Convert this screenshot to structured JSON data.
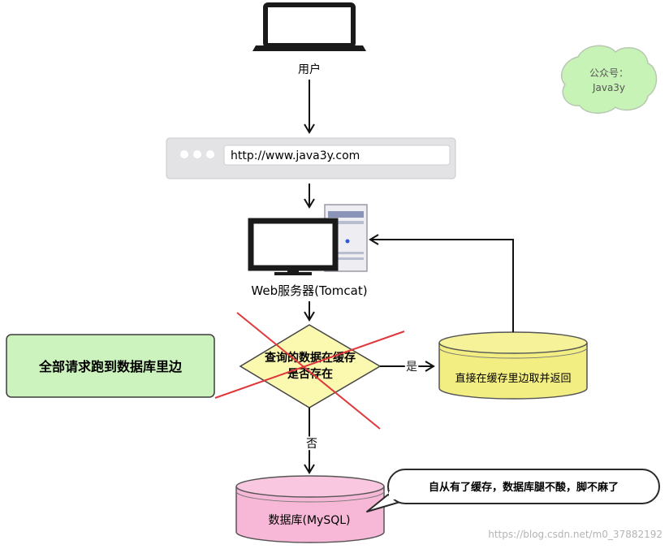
{
  "user_label": "用户",
  "browser_url": "http://www.java3y.com",
  "server_label": "Web服务器(Tomcat)",
  "decision_line1": "查询的数据在缓存",
  "decision_line2": "是否存在",
  "yes_label": "是",
  "no_label": "否",
  "cache_label": "直接在缓存里边取并返回",
  "db_label": "数据库(MySQL)",
  "left_note": "全部请求跑到数据库里边",
  "bubble_note": "自从有了缓存，数据库腿不酸，脚不麻了",
  "cloud_line1": "公众号：",
  "cloud_line2": "Java3y",
  "watermark": "https://blog.csdn.net/m0_37882192",
  "colors": {
    "decision_fill": "#fbf8b0",
    "cache_fill": "#f3ee82",
    "db_fill": "#f7b7d6",
    "note_fill": "#ccf3bd",
    "cloud_fill": "#c8f3b6",
    "bubble_fill": "#ffffff",
    "cross": "#e0383c"
  }
}
